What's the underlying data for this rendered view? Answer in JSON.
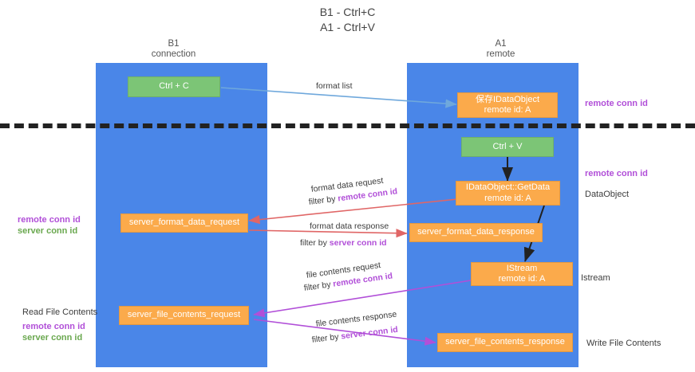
{
  "title": {
    "line1": "B1 - Ctrl+C",
    "line2": "A1 - Ctrl+V"
  },
  "lanes": [
    {
      "id": "b1",
      "name": "B1",
      "role": "connection"
    },
    {
      "id": "a1",
      "name": "A1",
      "role": "remote"
    }
  ],
  "nodes": {
    "ctrl_c": {
      "line1": "Ctrl + C",
      "line2": ""
    },
    "store_dataobj": {
      "line1": "保存IDataObject",
      "line2": "remote id: A"
    },
    "ctrl_v": {
      "line1": "Ctrl + V",
      "line2": ""
    },
    "getdata": {
      "line1": "IDataObject::GetData",
      "line2": "remote id: A"
    },
    "fmt_request": {
      "line1": "server_format_data_request",
      "line2": ""
    },
    "fmt_response": {
      "line1": "server_format_data_response",
      "line2": ""
    },
    "istream": {
      "line1": "IStream",
      "line2": "remote id: A"
    },
    "file_request": {
      "line1": "server_file_contents_request",
      "line2": ""
    },
    "file_response": {
      "line1": "server_file_contents_response",
      "line2": ""
    }
  },
  "edges": {
    "format_list": {
      "label": "format list"
    },
    "fmt_req_l1": {
      "label": "format data request"
    },
    "fmt_req_l2_pre": {
      "label": "filter by "
    },
    "fmt_req_l2_key": {
      "label": "remote conn id"
    },
    "fmt_res_l1": {
      "label": "format data response"
    },
    "fmt_res_l2_pre": {
      "label": "filter by "
    },
    "fmt_res_l2_key": {
      "label": "server conn id"
    },
    "file_req_l1": {
      "label": "file contents request"
    },
    "file_req_l2_pre": {
      "label": "filter by "
    },
    "file_req_l2_key": {
      "label": "remote conn id"
    },
    "file_res_l1": {
      "label": "file contents response"
    },
    "file_res_l2_pre": {
      "label": "filter by "
    },
    "file_res_l2_key": {
      "label": "server conn id"
    }
  },
  "annotations": {
    "right_remote_conn_top": "remote conn id",
    "right_remote_conn_mid": "remote conn id",
    "right_dataobject": "DataObject",
    "right_istream": "Istream",
    "right_write_file": "Write File Contents",
    "left_remote_conn": "remote conn id",
    "left_server_conn": "server conn id",
    "left_read_file": "Read File Contents",
    "left_remote_conn_2": "remote conn id",
    "left_server_conn_2": "server conn id"
  },
  "colors": {
    "lane": "#4a86e8",
    "green_node": "#7cc576",
    "orange_node": "#fbaa4b",
    "remote_key": "#b14fd8",
    "server_key_green": "#6aa84f",
    "server_key_purple": "#b14fd8",
    "arrow_blue": "#6fa8dc",
    "arrow_red": "#e06666",
    "arrow_purple": "#b14fd8",
    "arrow_black": "#222222",
    "dashed_line": "#222222"
  }
}
